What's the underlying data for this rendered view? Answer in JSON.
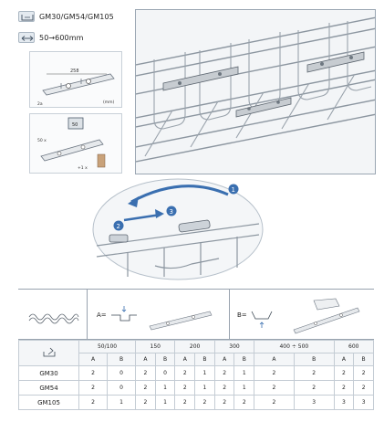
{
  "spec": {
    "models": {
      "icon": "tray-profile-icon",
      "text": "GM30/GM54/GM105"
    },
    "widths": {
      "icon": "width-arrow-icon",
      "text": "50→600mm"
    }
  },
  "drawings": {
    "joint_dim": "258",
    "joint_unit": "(mm)",
    "clamp_size": "50",
    "clamp_qty": "50 x",
    "clamp_bolt": "+1 x",
    "small_text": "2a"
  },
  "callouts": [
    "1",
    "2",
    "3"
  ],
  "table": {
    "option_a_label": "A=",
    "option_b_label": "B=",
    "width_headers": [
      "50/100",
      "150",
      "200",
      "300",
      "400 ÷ 500",
      "600"
    ],
    "sub_headers": [
      "A",
      "B",
      "A",
      "B",
      "A",
      "B",
      "A",
      "B",
      "A",
      "B",
      "A",
      "B"
    ],
    "rows": [
      {
        "model": "GM30",
        "cells": [
          "2",
          "0",
          "2",
          "0",
          "2",
          "1",
          "2",
          "1",
          "2",
          "2",
          "2",
          "2"
        ]
      },
      {
        "model": "GM54",
        "cells": [
          "2",
          "0",
          "2",
          "1",
          "2",
          "1",
          "2",
          "1",
          "2",
          "2",
          "2",
          "2"
        ]
      },
      {
        "model": "GM105",
        "cells": [
          "2",
          "1",
          "2",
          "1",
          "2",
          "2",
          "2",
          "2",
          "2",
          "3",
          "3",
          "3"
        ]
      }
    ],
    "icon": "tray-wrench-icon"
  },
  "colors": {
    "frame": "#9aa6b2",
    "accent": "#3a6fb0",
    "wire": "#8c96a0"
  }
}
